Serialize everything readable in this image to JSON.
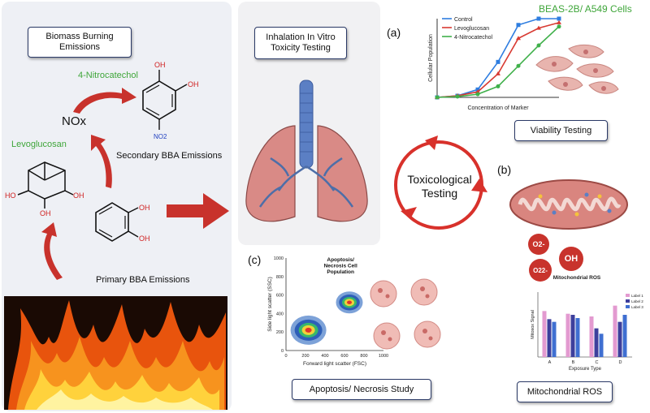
{
  "left": {
    "box_title": "Biomass Burning Emissions",
    "nitrocatechol_label": "4-Nitrocatechol",
    "nox_label": "NOx",
    "levoglucosan_label": "Levoglucosan",
    "secondary_label": "Secondary BBA Emissions",
    "primary_label": "Primary BBA Emissions",
    "oh_label": "OH",
    "ho_label": "HO",
    "no2_label": "NO2"
  },
  "center": {
    "box_title": "Inhalation In Vitro Toxicity Testing",
    "cycle_label": "Toxicological Testing"
  },
  "panel_a": {
    "letter": "(a)",
    "cells_title": "BEAS-2B/ A549 Cells",
    "box_label": "Viability Testing",
    "colors": {
      "control": "#2e7de0",
      "levoglucosan": "#d83a32",
      "nitrocatechol": "#3fb04a"
    },
    "chart_data": {
      "type": "line",
      "xlabel": "Concentration of Marker",
      "ylabel": "Cellular Population",
      "series": [
        {
          "name": "Control",
          "values": [
            0,
            2,
            10,
            45,
            92,
            100,
            100
          ]
        },
        {
          "name": "Levoglucosan",
          "values": [
            0,
            2,
            7,
            30,
            75,
            88,
            95
          ]
        },
        {
          "name": "4-Nitrocatechol",
          "values": [
            0,
            1,
            4,
            14,
            40,
            66,
            90
          ]
        }
      ]
    }
  },
  "panel_b": {
    "letter": "(b)",
    "box_label": "Mitochondrial ROS",
    "ros_labels": [
      "O2-",
      "OH",
      "O22-"
    ],
    "chart_data": {
      "type": "bar",
      "title": "Mitochondrial ROS",
      "xlabel": "Exposure Type",
      "ylabel": "Mitosox Signal",
      "categories": [
        "A",
        "B",
        "C",
        "D"
      ],
      "series": [
        {
          "name": "Label 1",
          "values": [
            8.5,
            8,
            7.5,
            9.5
          ]
        },
        {
          "name": "Label 2",
          "values": [
            7,
            7.8,
            5.3,
            6.5
          ]
        },
        {
          "name": "Label 3",
          "values": [
            6.5,
            7.2,
            4.3,
            7.8
          ]
        }
      ],
      "colors": [
        "#e39ad0",
        "#3d3f9c",
        "#3f6fd1"
      ],
      "ylim": [
        0,
        12
      ]
    }
  },
  "panel_c": {
    "letter": "(c)",
    "box_label": "Apoptosis/ Necrosis Study",
    "cluster_title": "Apoptosis/ Necrosis Cell Population",
    "chart_data": {
      "type": "scatter",
      "xlabel": "Forward light scatter (FSC)",
      "ylabel": "Side light scatter (SSC)",
      "x_ticks": [
        "0",
        "200",
        "400",
        "600",
        "800",
        "1000"
      ],
      "y_ticks": [
        "0",
        "200",
        "400",
        "600",
        "800",
        "1000"
      ],
      "xlim": [
        0,
        1000
      ],
      "ylim": [
        0,
        1000
      ],
      "clusters": [
        {
          "x": 230,
          "y": 220
        },
        {
          "x": 650,
          "y": 520
        }
      ]
    }
  }
}
